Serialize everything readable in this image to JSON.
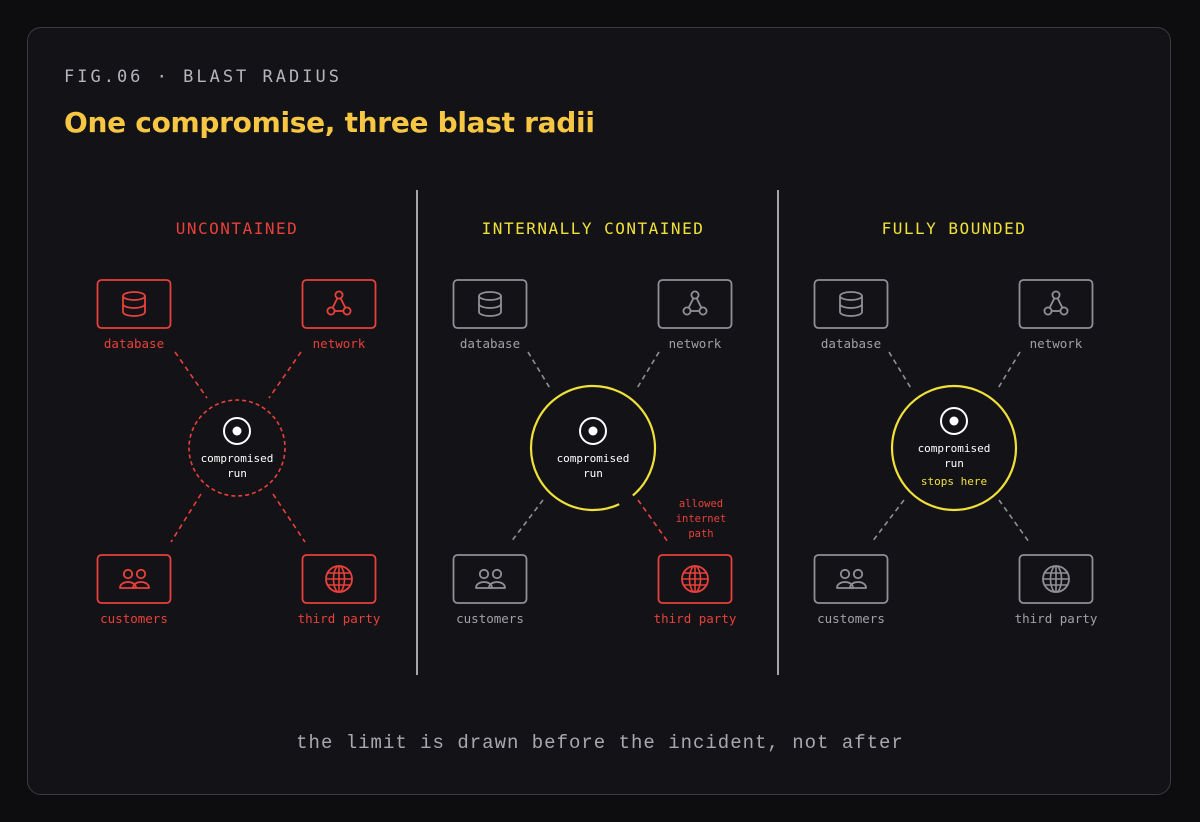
{
  "figure": {
    "label": "FIG.06 · BLAST RADIUS",
    "title": "One compromise, three blast radii",
    "caption": "the limit is drawn before the incident, not after"
  },
  "colors": {
    "red": "#e8403a",
    "yellow": "#f0e03a",
    "gray": "#8f8f95",
    "white": "#ffffff",
    "title": "#f7c744"
  },
  "panels": [
    {
      "heading": "UNCONTAINED",
      "heading_color": "red",
      "boundary": "dashed-red",
      "center": {
        "label_line1": "compromised",
        "label_line2": "run",
        "note": ""
      },
      "nodes": [
        {
          "label": "database",
          "icon": "database-icon",
          "state": "red"
        },
        {
          "label": "network",
          "icon": "network-icon",
          "state": "red"
        },
        {
          "label": "customers",
          "icon": "customers-icon",
          "state": "red"
        },
        {
          "label": "third party",
          "icon": "globe-icon",
          "state": "red"
        }
      ],
      "path_note": []
    },
    {
      "heading": "INTERNALLY CONTAINED",
      "heading_color": "yellow",
      "boundary": "solid-yellow-with-gap",
      "center": {
        "label_line1": "compromised",
        "label_line2": "run",
        "note": ""
      },
      "nodes": [
        {
          "label": "database",
          "icon": "database-icon",
          "state": "gray"
        },
        {
          "label": "network",
          "icon": "network-icon",
          "state": "gray"
        },
        {
          "label": "customers",
          "icon": "customers-icon",
          "state": "gray"
        },
        {
          "label": "third party",
          "icon": "globe-icon",
          "state": "red"
        }
      ],
      "path_note": [
        "allowed",
        "internet",
        "path"
      ]
    },
    {
      "heading": "FULLY BOUNDED",
      "heading_color": "yellow",
      "boundary": "solid-yellow",
      "center": {
        "label_line1": "compromised",
        "label_line2": "run",
        "note": "stops here"
      },
      "nodes": [
        {
          "label": "database",
          "icon": "database-icon",
          "state": "gray"
        },
        {
          "label": "network",
          "icon": "network-icon",
          "state": "gray"
        },
        {
          "label": "customers",
          "icon": "customers-icon",
          "state": "gray"
        },
        {
          "label": "third party",
          "icon": "globe-icon",
          "state": "gray"
        }
      ],
      "path_note": []
    }
  ]
}
